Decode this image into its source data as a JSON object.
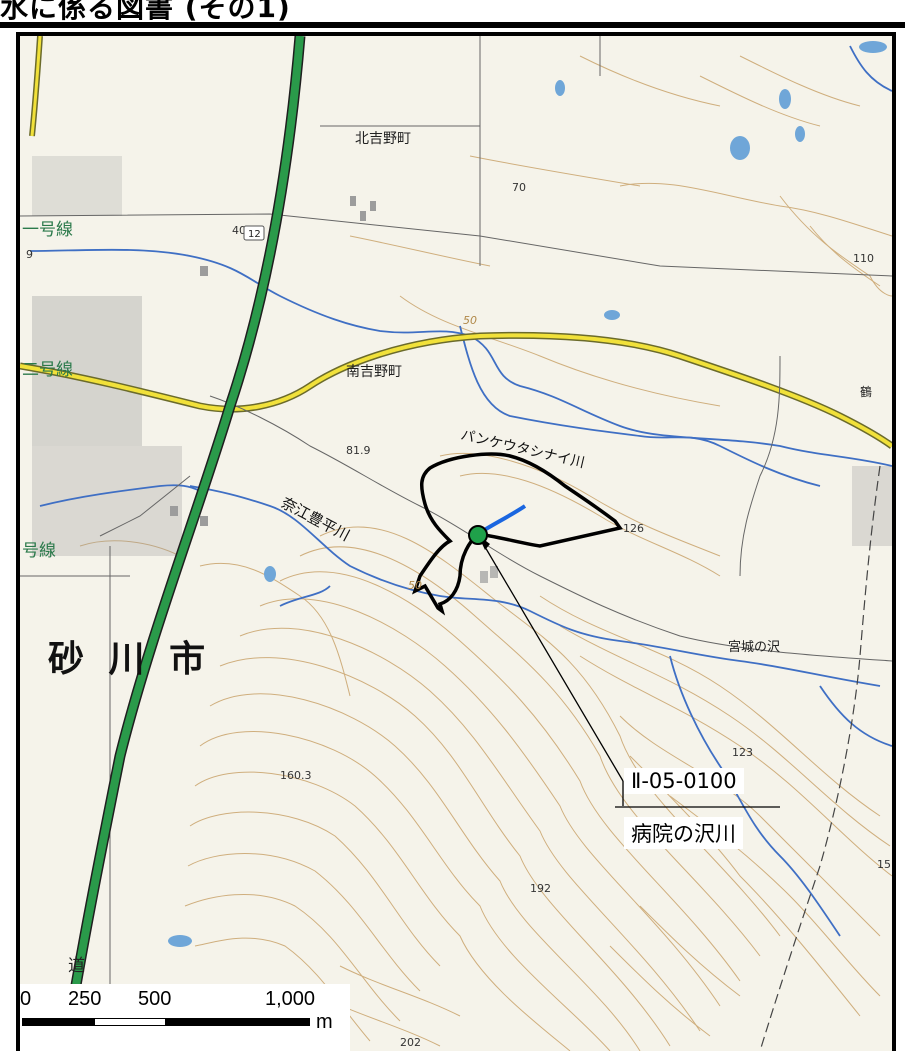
{
  "header": {
    "title": "水に係る図書 (その1)"
  },
  "map": {
    "place_labels": {
      "city": "砂 川 市",
      "kitayoshino": "北吉野町",
      "minamiyoshino": "南吉野町",
      "miyagi": "宮城の沢",
      "river_panke": "パンケウタシナイ川",
      "river_naeho": "奈江豊平川",
      "road_1": "一号線",
      "road_2": "二号線",
      "road_3": "号線",
      "road_dou": "道",
      "tsuru": "鶴"
    },
    "elevations": {
      "e110": "110",
      "e70": "70",
      "e50": "50",
      "e50b": "50",
      "e40": "40",
      "e9": "9",
      "e81": "81.9",
      "e126": "126",
      "e160": "160.3",
      "e123": "123",
      "e192": "192",
      "e202": "202",
      "e15": "15"
    },
    "route_shields": {
      "r12": "12"
    },
    "callout": {
      "id": "Ⅱ-05-0100",
      "name": "病院の沢川"
    },
    "scale_bar": {
      "ticks": [
        "0",
        "250",
        "500",
        "1,000"
      ],
      "unit": "m"
    },
    "colors": {
      "paper": "#f5f3ea",
      "contour": "#c9a36b",
      "river": "#3f6fc4",
      "highway": "#2a9a4a",
      "main_road": "#f1e13a",
      "boundary": "#000000",
      "stream": "#1a66e0",
      "marker": "#1fa14a"
    }
  }
}
